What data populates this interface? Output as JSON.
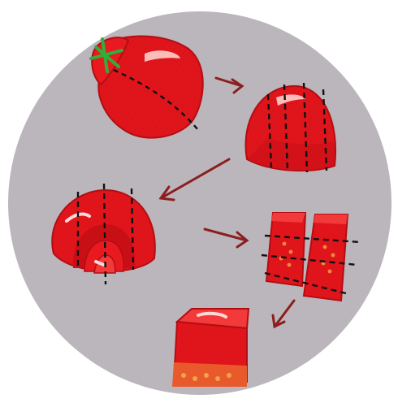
{
  "diagram": {
    "steps": [
      {
        "icon": "whole-strawberry-icon",
        "cut_lines": "diagonal"
      },
      {
        "icon": "trimmed-strawberry-icon",
        "cut_lines": "vertical"
      },
      {
        "icon": "sliced-strawberry-icon",
        "cut_lines": "vertical"
      },
      {
        "icon": "strawberry-sticks-icon",
        "cut_lines": "horizontal"
      },
      {
        "icon": "strawberry-cube-icon",
        "cut_lines": "none"
      }
    ],
    "colors": {
      "background_circle": "#bbb6bb",
      "strawberry_red": "#e0151b",
      "strawberry_dark": "#b30d14",
      "strawberry_light": "#f23a3a",
      "highlight": "#ffd9d6",
      "stem_green": "#2fae3a",
      "inner_orange": "#f08a3c",
      "cut_line": "#111111",
      "arrow": "#8b1e1e"
    }
  }
}
